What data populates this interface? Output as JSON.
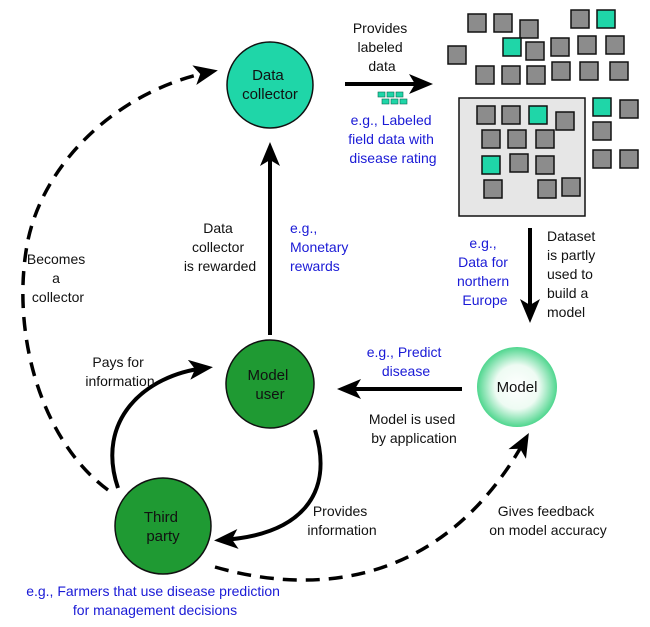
{
  "colors": {
    "data_collector_fill": "#1fd6a8",
    "model_user_fill": "#1f9a33",
    "third_party_fill": "#1f9a33",
    "model_glow": "#4fd68e",
    "highlight_square": "#1fd6a8",
    "gray_square": "#8c8c8c",
    "dataset_box": "#e6e6e6",
    "example_text": "#1a1ad6",
    "arrow": "#000000"
  },
  "nodes": {
    "data_collector": [
      "Data",
      "collector"
    ],
    "model_user": [
      "Model",
      "user"
    ],
    "third_party": [
      "Third",
      "party"
    ],
    "model": [
      "Model"
    ]
  },
  "labels": {
    "provides_labeled_data": [
      "Provides",
      "labeled",
      "data"
    ],
    "labeled_field_example": [
      "e.g., Labeled",
      "field data with",
      "disease rating"
    ],
    "dataset_partly_used": [
      "Dataset",
      "is partly",
      "used to",
      "build a",
      "model"
    ],
    "northern_europe_example": [
      "e.g.,",
      "Data for",
      "northern",
      "Europe"
    ],
    "collector_rewarded": [
      "Data",
      "collector",
      "is rewarded"
    ],
    "monetary_example": [
      "e.g.,",
      "Monetary",
      "rewards"
    ],
    "predict_example": [
      "e.g., Predict",
      "disease"
    ],
    "model_used": [
      "Model is used",
      "by application"
    ],
    "becomes_collector": [
      "Becomes",
      "a",
      "collector"
    ],
    "pays_for_info": [
      "Pays for",
      "information"
    ],
    "provides_info": [
      "Provides",
      "information"
    ],
    "gives_feedback": [
      "Gives feedback",
      "on model accuracy"
    ],
    "farmers_example": [
      "e.g., Farmers that use disease prediction",
      "for management decisions"
    ]
  }
}
